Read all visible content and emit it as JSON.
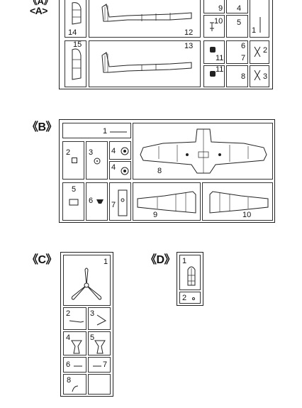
{
  "sprues": {
    "a": {
      "label": "《A》",
      "label2": "<A>",
      "parts": [
        "14",
        "12",
        "15",
        "13",
        "9",
        "4",
        "10",
        "5",
        "1",
        "11",
        "6",
        "7",
        "2",
        "11",
        "8",
        "3"
      ]
    },
    "b": {
      "label": "《B》",
      "parts": [
        "1",
        "2",
        "3",
        "4",
        "4",
        "8",
        "5",
        "6",
        "7",
        "9",
        "10"
      ]
    },
    "c": {
      "label": "《C》",
      "parts": [
        "1",
        "2",
        "3",
        "4",
        "5",
        "6",
        "7",
        "8"
      ]
    },
    "d": {
      "label": "《D》",
      "parts": [
        "1",
        "2"
      ]
    }
  }
}
